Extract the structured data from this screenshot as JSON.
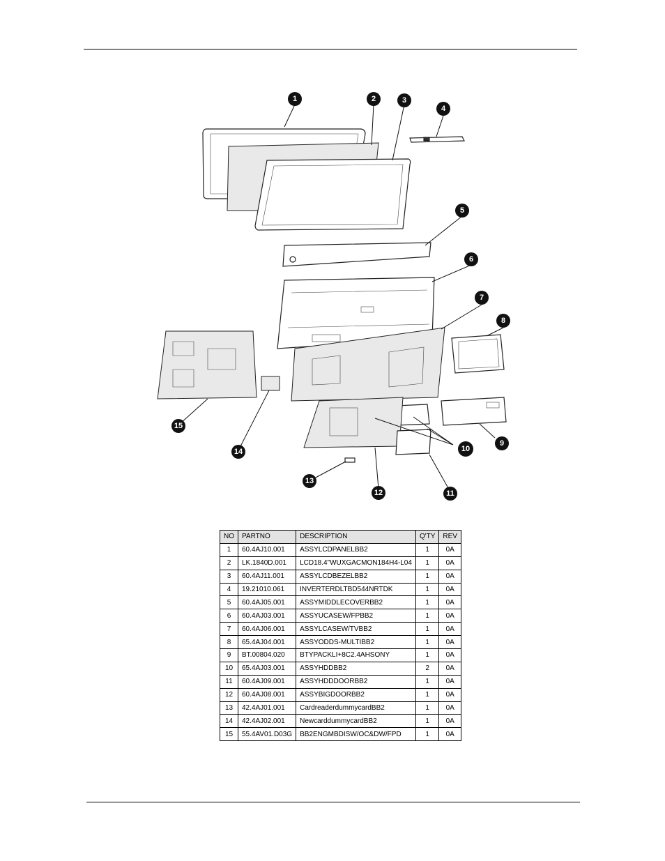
{
  "parts_table": {
    "headers": [
      "NO",
      "PARTNO",
      "DESCRIPTION",
      "Q'TY",
      "REV"
    ],
    "rows": [
      [
        "1",
        "60.4AJ10.001",
        "ASSYLCDPANELBB2",
        "1",
        "0A"
      ],
      [
        "2",
        "LK.1840D.001",
        "LCD18.4\"WUXGACMON184H4-L04",
        "1",
        "0A"
      ],
      [
        "3",
        "60.4AJ11.001",
        "ASSYLCDBEZELBB2",
        "1",
        "0A"
      ],
      [
        "4",
        "19.21010.061",
        "INVERTERDLTBD544NRTDK",
        "1",
        "0A"
      ],
      [
        "5",
        "60.4AJ05.001",
        "ASSYMIDDLECOVERBB2",
        "1",
        "0A"
      ],
      [
        "6",
        "60.4AJ03.001",
        "ASSYUCASEW/FPBB2",
        "1",
        "0A"
      ],
      [
        "7",
        "60.4AJ06.001",
        "ASSYLCASEW/TVBB2",
        "1",
        "0A"
      ],
      [
        "8",
        "65.4AJ04.001",
        "ASSYODDS-MULTIBB2",
        "1",
        "0A"
      ],
      [
        "9",
        "BT.00804.020",
        "BTYPACKLI+8C2.4AHSONY",
        "1",
        "0A"
      ],
      [
        "10",
        "65.4AJ03.001",
        "ASSYHDDBB2",
        "2",
        "0A"
      ],
      [
        "11",
        "60.4AJ09.001",
        "ASSYHDDDOORBB2",
        "1",
        "0A"
      ],
      [
        "12",
        "60.4AJ08.001",
        "ASSYBIGDOORBB2",
        "1",
        "0A"
      ],
      [
        "13",
        "42.4AJ01.001",
        "CardreaderdummycardBB2",
        "1",
        "0A"
      ],
      [
        "14",
        "42.4AJ02.001",
        "NewcarddummycardBB2",
        "1",
        "0A"
      ],
      [
        "15",
        "55.4AV01.D03G",
        "BB2ENGMBDISW/OC&DW/FPD",
        "1",
        "0A"
      ]
    ]
  },
  "callouts": [
    "1",
    "2",
    "3",
    "4",
    "5",
    "6",
    "7",
    "8",
    "9",
    "10",
    "11",
    "12",
    "13",
    "14",
    "15"
  ],
  "colors": {
    "ink": "#000000",
    "header_fill": "#e3e3e3"
  }
}
